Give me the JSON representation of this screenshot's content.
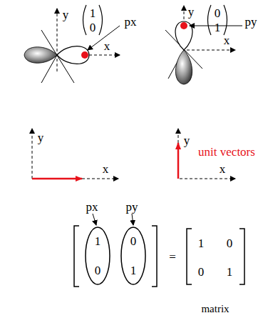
{
  "diagram": {
    "nodes": [
      {
        "text": [
          "1",
          "0"
        ]
      },
      {
        "text": [
          "0",
          "1"
        ]
      }
    ],
    "labels": [
      "1",
      "0",
      "px",
      "y",
      "x",
      "0",
      "1",
      "py",
      "y",
      "x",
      "y",
      "x",
      "y",
      "x",
      "unit vectors",
      "px",
      "py",
      "=",
      "1",
      "0",
      "0",
      "1",
      "matrix"
    ]
  }
}
